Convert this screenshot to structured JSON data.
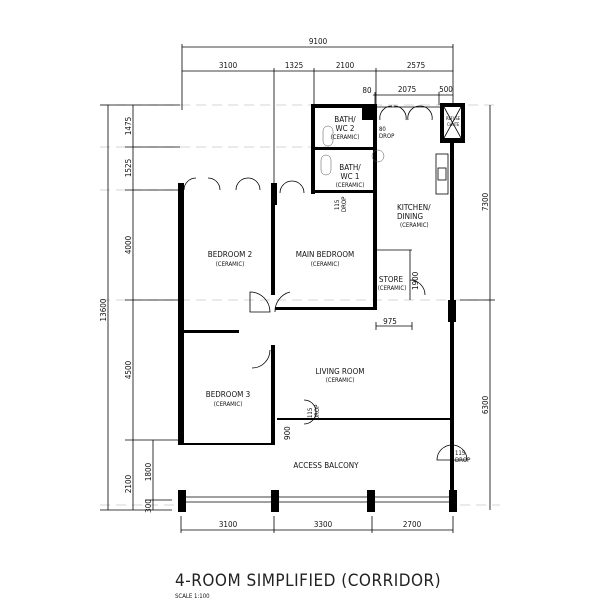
{
  "title": "4-ROOM SIMPLIFIED (CORRIDOR)",
  "scale": "SCALE   1:100",
  "dimensions": {
    "top_total": "9100",
    "top_segments": [
      "3100",
      "1325",
      "2100",
      "2575"
    ],
    "top_sub": [
      "80",
      "2075",
      "500"
    ],
    "left_total": "13600",
    "left_segments": [
      "1475",
      "1525",
      "4000",
      "4500",
      "2100"
    ],
    "left_sub": [
      "1800",
      "300"
    ],
    "right_segments": [
      "7300",
      "6300"
    ],
    "bottom_segments": [
      "3100",
      "3300",
      "2700"
    ],
    "inner": {
      "store_width": "975",
      "store_height": "1900",
      "living_900": "900"
    }
  },
  "rooms": {
    "bath_wc2": [
      "BATH/",
      "WC 2",
      "(CERAMIC)"
    ],
    "bath_wc1": [
      "BATH/",
      "WC 1",
      "(CERAMIC)"
    ],
    "kitchen": [
      "KITCHEN/",
      "DINING",
      "(CERAMIC)"
    ],
    "bedroom2": [
      "BEDROOM 2",
      "(CERAMIC)"
    ],
    "main_bedroom": [
      "MAIN BEDROOM",
      "(CERAMIC)"
    ],
    "store": [
      "STORE",
      "(CERAMIC)"
    ],
    "bedroom3": [
      "BEDROOM 3",
      "(CERAMIC)"
    ],
    "living": [
      "LIVING ROOM",
      "(CERAMIC)"
    ],
    "balcony": "ACCESS BALCONY"
  },
  "drops": {
    "bath": [
      "80",
      "DROP"
    ],
    "bath1": [
      "115",
      "DROP"
    ],
    "living": [
      "115",
      "DROP"
    ],
    "balcony": [
      "115",
      "DROP"
    ],
    "chute": [
      "REFUSE",
      "CHUTE"
    ]
  }
}
